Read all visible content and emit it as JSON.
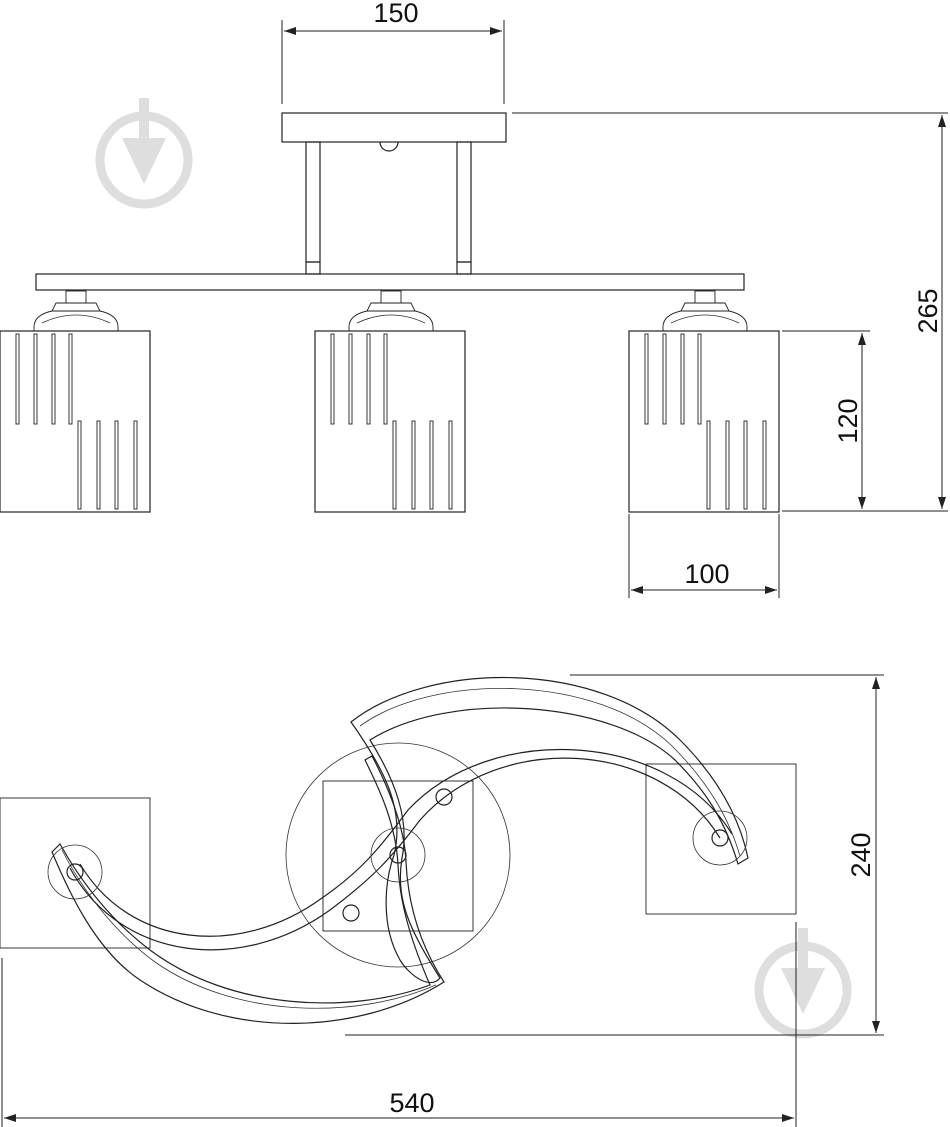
{
  "dimensions": {
    "canopy_width": "150",
    "total_height": "265",
    "shade_height": "120",
    "shade_width": "100",
    "top_view_depth": "240",
    "total_length": "540"
  },
  "icons": {
    "watermark": "download-arrow-icon"
  }
}
